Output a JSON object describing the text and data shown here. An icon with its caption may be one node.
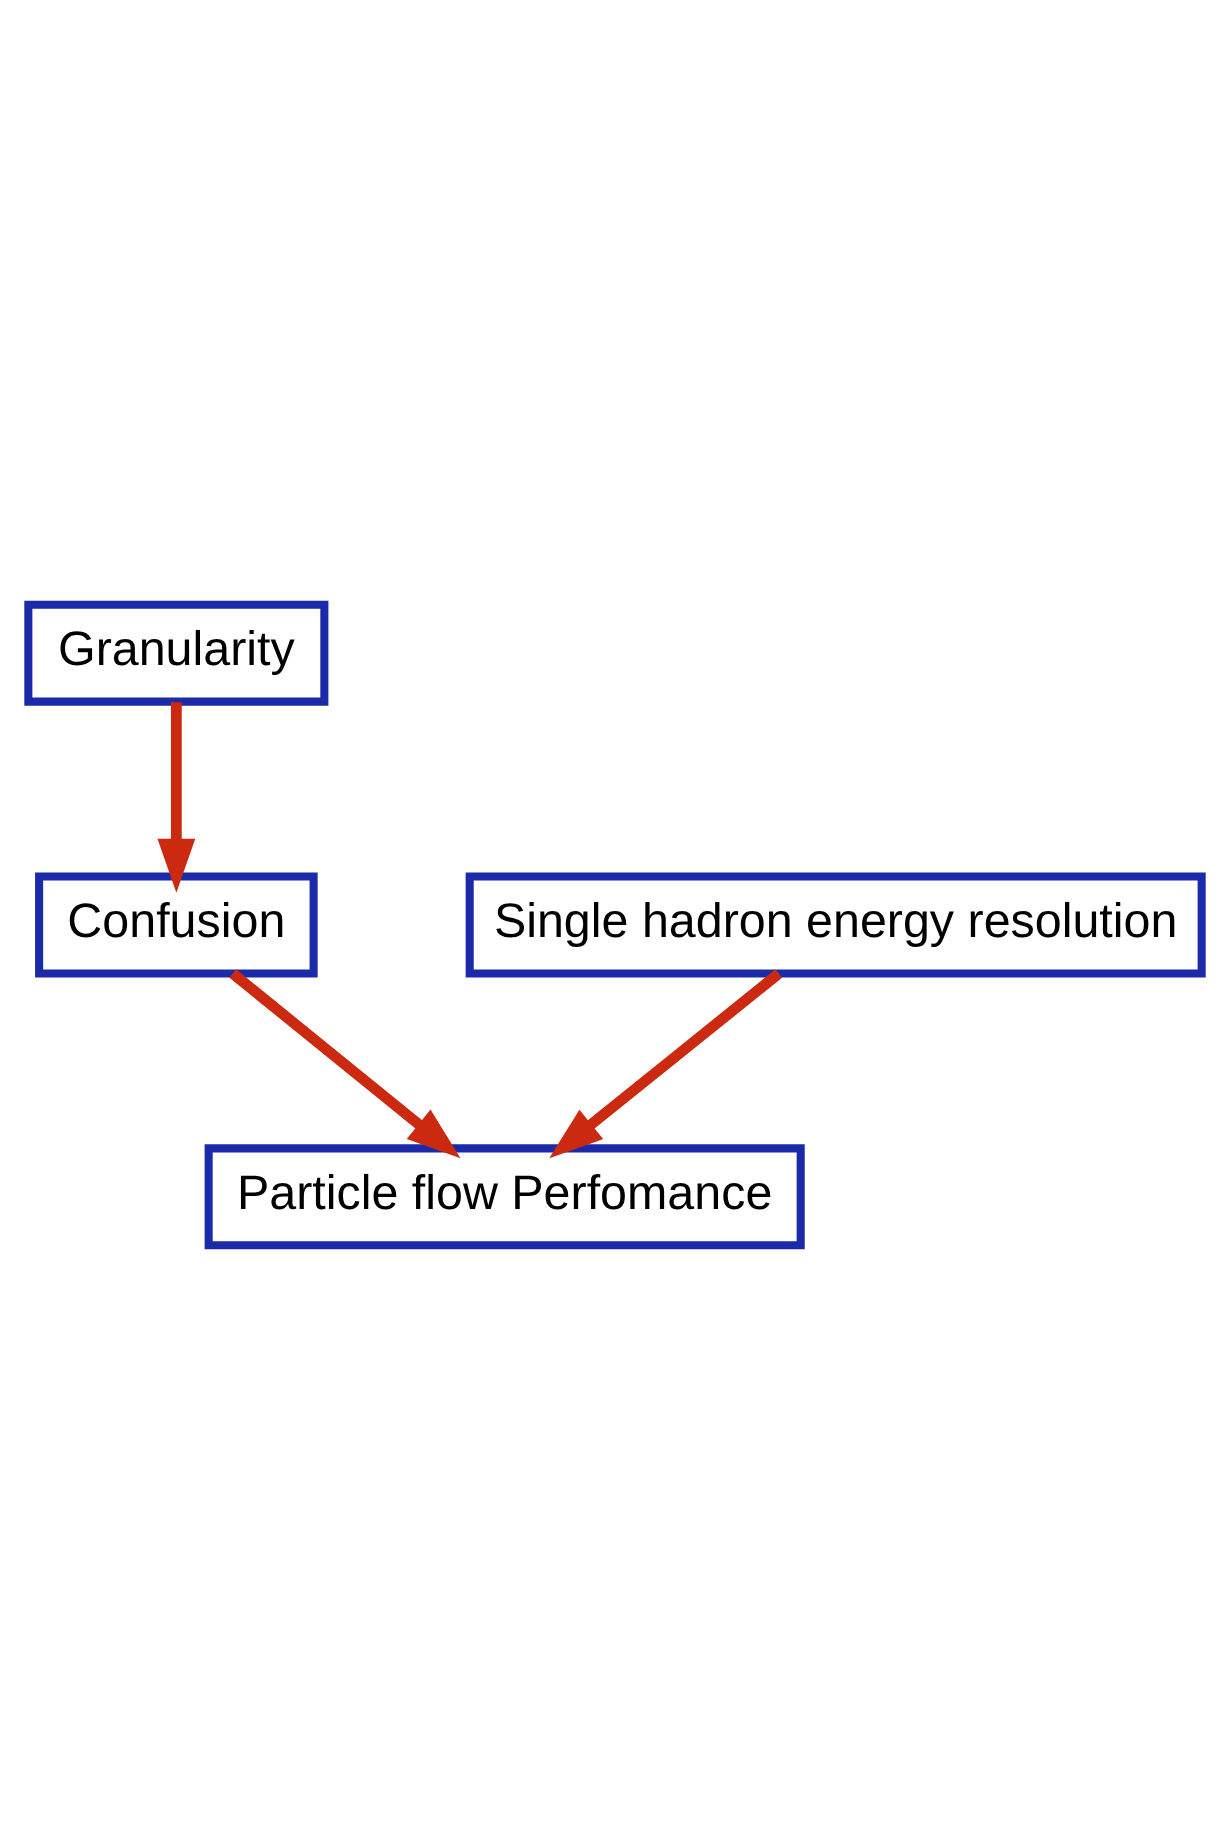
{
  "diagram": {
    "nodes": [
      {
        "text": [
          "Granularity"
        ]
      },
      {
        "text": [
          "Single hadron energy resolution"
        ]
      },
      {
        "text": [
          "Confusion"
        ]
      },
      {
        "text": [
          "Particle flow Perfomance"
        ]
      }
    ],
    "edges": [
      {
        "from": 0,
        "to": 2,
        "arrow": "to"
      },
      {
        "from": 1,
        "to": 3,
        "arrow": "to"
      },
      {
        "from": 2,
        "to": 3,
        "arrow": "to"
      }
    ]
  }
}
